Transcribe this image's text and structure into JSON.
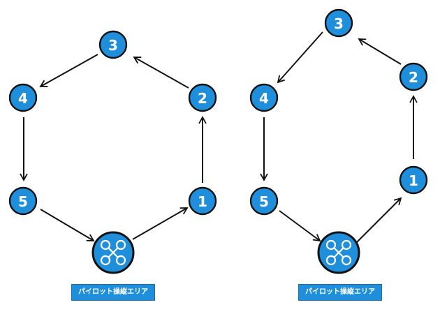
{
  "colors": {
    "node_fill": "#1f8fdc",
    "node_outline": "#111111",
    "arrow": "#111111",
    "label_bg": "#1f8fdc",
    "label_text": "#ffffff"
  },
  "diagrams": [
    {
      "id": "left",
      "nodes": [
        {
          "label": "1"
        },
        {
          "label": "2"
        },
        {
          "label": "3"
        },
        {
          "label": "4"
        },
        {
          "label": "5"
        }
      ],
      "pilot_icon": "drone-icon",
      "pilot_area_label": "パイロット操縦エリア"
    },
    {
      "id": "right",
      "nodes": [
        {
          "label": "1"
        },
        {
          "label": "2"
        },
        {
          "label": "3"
        },
        {
          "label": "4"
        },
        {
          "label": "5"
        }
      ],
      "pilot_icon": "drone-icon",
      "pilot_area_label": "パイロット操縦エリア"
    }
  ]
}
